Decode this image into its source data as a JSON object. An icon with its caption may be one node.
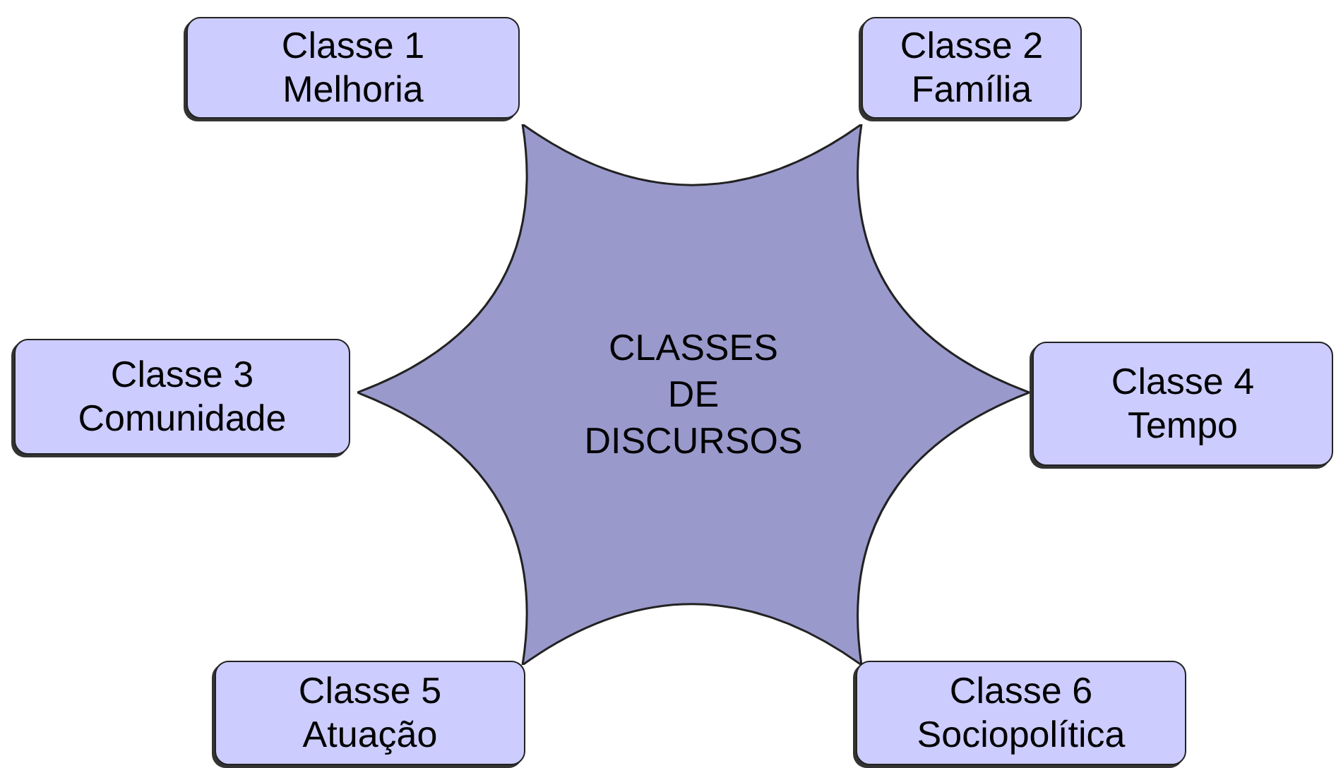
{
  "diagram": {
    "nodes": [
      {
        "text": [
          "Classe 1",
          "Melhoria"
        ]
      },
      {
        "text": [
          "Classe 2",
          "Família"
        ]
      },
      {
        "text": [
          "Classe 3",
          "Comunidade"
        ]
      },
      {
        "text": [
          "CLASSES DE DISCURSOS"
        ]
      },
      {
        "text": [
          "Classe 4",
          "Tempo"
        ]
      },
      {
        "text": [
          "Classe 5",
          "Atuação"
        ]
      },
      {
        "text": [
          "Classe 6",
          "Sociopolítica"
        ]
      }
    ]
  }
}
